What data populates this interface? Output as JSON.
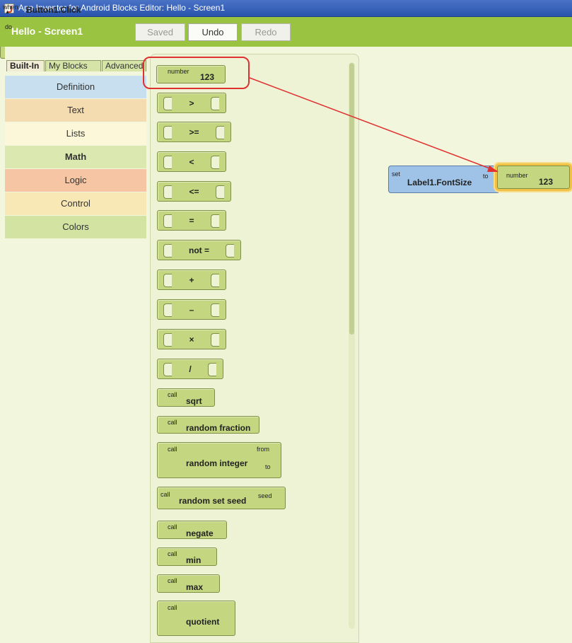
{
  "window": {
    "title": "App Inventor for Android Blocks Editor: Hello - Screen1"
  },
  "header": {
    "screen_title": "Hello - Screen1",
    "saved_label": "Saved",
    "undo_label": "Undo",
    "redo_label": "Redo"
  },
  "drawer": {
    "tabs": [
      {
        "label": "Built-In"
      },
      {
        "label": "My Blocks"
      },
      {
        "label": "Advanced"
      }
    ],
    "categories": [
      {
        "label": "Definition",
        "color": "#c8dff0"
      },
      {
        "label": "Text",
        "color": "#f5dcb0"
      },
      {
        "label": "Lists",
        "color": "#fbf7d8"
      },
      {
        "label": "Math",
        "color": "#dbe9b1"
      },
      {
        "label": "Logic",
        "color": "#f6c6a4"
      },
      {
        "label": "Control",
        "color": "#f8e8b6"
      },
      {
        "label": "Colors",
        "color": "#d2e3a2"
      }
    ]
  },
  "palette": {
    "number_block": {
      "small": "number",
      "value": "123"
    },
    "operators": [
      ">",
      ">=",
      "<",
      "<=",
      "=",
      "not =",
      "+",
      "–",
      "×",
      "/"
    ],
    "call_prefix": "call",
    "calls": [
      {
        "name": "sqrt"
      },
      {
        "name": "random fraction"
      },
      {
        "name": "random integer",
        "params": [
          "from",
          "to"
        ]
      },
      {
        "name": "random set seed",
        "params": [
          "seed"
        ]
      },
      {
        "name": "negate"
      },
      {
        "name": "min"
      },
      {
        "name": "max"
      },
      {
        "name": "quotient"
      }
    ]
  },
  "workspace": {
    "event": {
      "when": "when",
      "component": "Button1.Click",
      "do": "do"
    },
    "setter": {
      "set": "set",
      "property": "Label1.FontSize",
      "to": "to"
    },
    "number": {
      "small": "number",
      "value": "123"
    }
  },
  "colors": {
    "math_block": "#c4d67f",
    "setter_block": "#9fc3e6",
    "callout": "#e03131",
    "header": "#9bc342"
  }
}
